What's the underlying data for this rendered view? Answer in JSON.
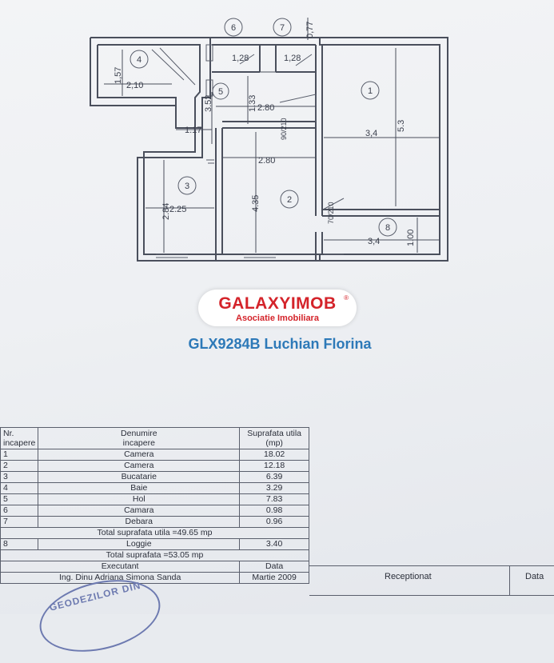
{
  "logo": {
    "brand": "GALAXYIMOB",
    "registered": "®",
    "subtitle": "Asociatie Imobiliara"
  },
  "agent_line": "GLX9284B Luchian Florina",
  "floor_plan": {
    "room_numbers": [
      "1",
      "2",
      "3",
      "4",
      "5",
      "6",
      "7",
      "8"
    ],
    "dimensions": {
      "d_0_77": "0,77",
      "d_1_28a": "1,28",
      "d_1_28b": "1,28",
      "d_1_57": "1,57",
      "d_2_10": "2,10",
      "d_3_52": "3.52",
      "d_1_33": "1.33",
      "d_2_80a": "2.80",
      "d_90_210": "90/210",
      "d_1_17": "1.17",
      "d_3_4a": "3,4",
      "d_5_3": "5.3",
      "d_2_80b": "2.80",
      "d_2_84": "2.84",
      "d_2_25": "2.25",
      "d_4_35": "4.35",
      "d_70_210": "70/210",
      "d_1_00": "1.00",
      "d_3_4b": "3,4"
    }
  },
  "table": {
    "header": {
      "nr": "Nr.\nincapere",
      "name": "Denumire\nincapere",
      "area": "Suprafata utila\n(mp)"
    },
    "rows": [
      {
        "nr": "1",
        "name": "Camera",
        "area": "18.02"
      },
      {
        "nr": "2",
        "name": "Camera",
        "area": "12.18"
      },
      {
        "nr": "3",
        "name": "Bucatarie",
        "area": "6.39"
      },
      {
        "nr": "4",
        "name": "Baie",
        "area": "3.29"
      },
      {
        "nr": "5",
        "name": "Hol",
        "area": "7.83"
      },
      {
        "nr": "6",
        "name": "Camara",
        "area": "0.98"
      },
      {
        "nr": "7",
        "name": "Debara",
        "area": "0.96"
      }
    ],
    "total_utila": "Total suprafata utila =49.65 mp",
    "loggia": {
      "nr": "8",
      "name": "Loggie",
      "area": "3.40"
    },
    "total": "Total suprafata =53.05 mp",
    "executant_label": "Executant",
    "data_label": "Data",
    "executant_name": "Ing. Dinu Adriana Simona Sanda",
    "executant_date": "Martie 2009"
  },
  "receptionat": {
    "label": "Receptionat",
    "data_label": "Data"
  },
  "stamp_text": "GEODEZILOR DIN"
}
